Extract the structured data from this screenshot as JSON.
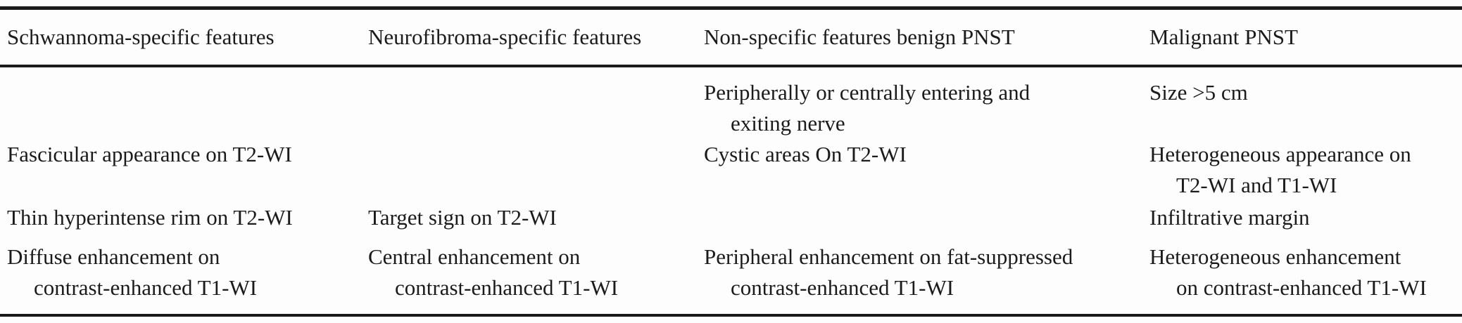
{
  "colors": {
    "text": "#1b1b1b",
    "rule": "#1a1a1a",
    "background": "#fdfdfd"
  },
  "table": {
    "columns": [
      "Schwannoma-specific features",
      "Neurofibroma-specific features",
      "Non-specific features benign PNST",
      "Malignant PNST"
    ],
    "rows": [
      [
        "",
        "",
        "Peripherally or centrally entering and\nexiting nerve",
        "Size >5 cm"
      ],
      [
        "Fascicular appearance on T2-WI",
        "",
        "Cystic areas On T2-WI",
        "Heterogeneous appearance on\nT2-WI and T1-WI"
      ],
      [
        "Thin hyperintense rim on T2-WI",
        "Target sign on T2-WI",
        "",
        "Infiltrative margin"
      ],
      [
        "Diffuse enhancement on\ncontrast-enhanced T1-WI",
        "Central enhancement on\ncontrast-enhanced T1-WI",
        "Peripheral enhancement on fat-suppressed\ncontrast-enhanced T1-WI",
        "Heterogeneous enhancement\non contrast-enhanced T1-WI"
      ]
    ]
  }
}
